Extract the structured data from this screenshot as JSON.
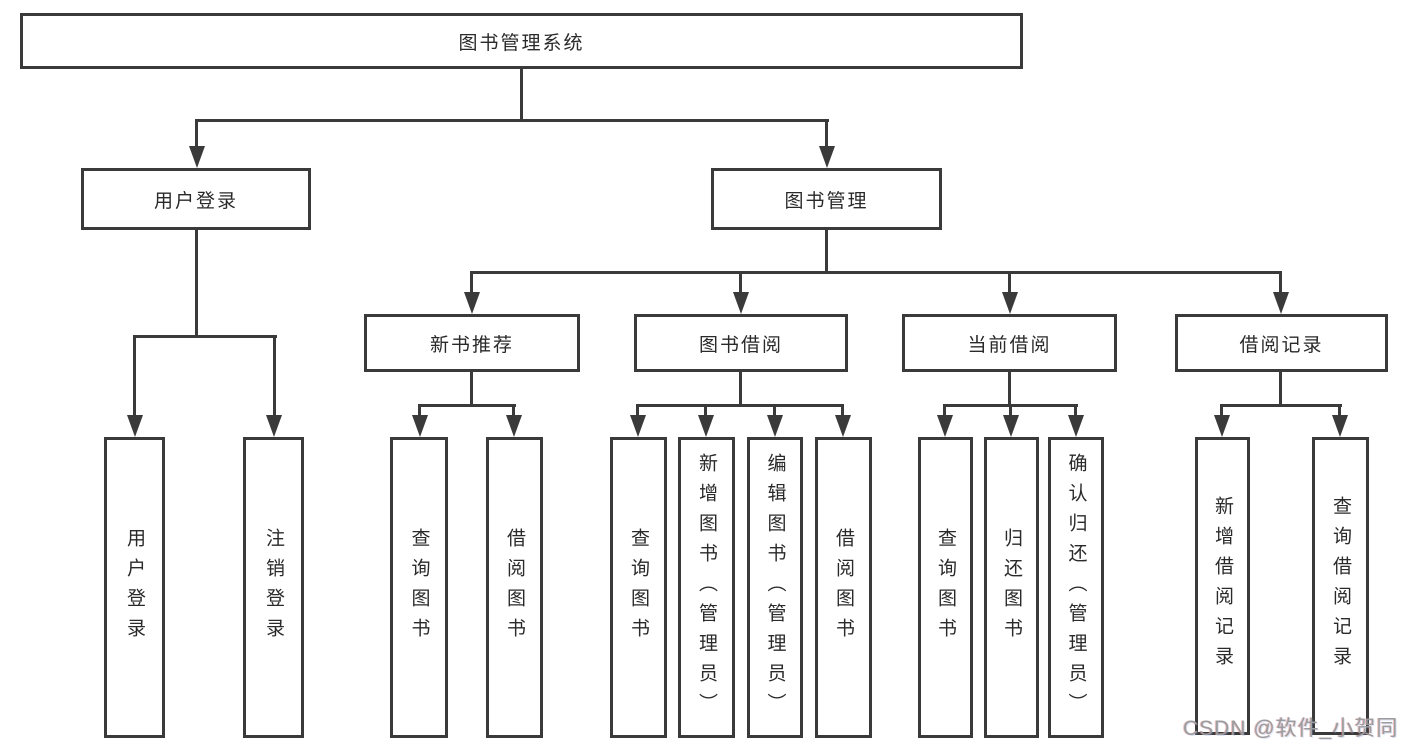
{
  "diagram": {
    "nodes": {
      "root": "图书管理系统",
      "user_login": "用户登录",
      "book_mgmt": "图书管理",
      "new_book_rec": "新书推荐",
      "book_borrowing": "图书借阅",
      "current_borrowing": "当前借阅",
      "borrowing_records": "借阅记录",
      "leaf_user_login": "用户登录",
      "leaf_logout": "注销登录",
      "leaf_query_books": "查询图书",
      "leaf_borrow_books": "借阅图书",
      "leaf_add_books_admin": "新增图书（管理员）",
      "leaf_edit_books_admin": "编辑图书（管理员）",
      "leaf_return_books": "归还图书",
      "leaf_confirm_return_admin": "确认归还（管理员）",
      "leaf_add_borrow_record": "新增借阅记录",
      "leaf_query_borrow_record": "查询借阅记录"
    },
    "hierarchy": {
      "图书管理系统": {
        "用户登录": [
          "用户登录",
          "注销登录"
        ],
        "图书管理": {
          "新书推荐": [
            "查询图书",
            "借阅图书"
          ],
          "图书借阅": [
            "查询图书",
            "新增图书（管理员）",
            "编辑图书（管理员）",
            "借阅图书"
          ],
          "当前借阅": [
            "查询图书",
            "归还图书",
            "确认归还（管理员）"
          ],
          "借阅记录": [
            "新增借阅记录",
            "查询借阅记录"
          ]
        }
      }
    },
    "watermark": "CSDN @软件_小贺同学",
    "colors": {
      "line": "#3a3a3a",
      "text": "#2a2a2a",
      "watermark": "#9c9c9c",
      "background": "#ffffff"
    }
  }
}
